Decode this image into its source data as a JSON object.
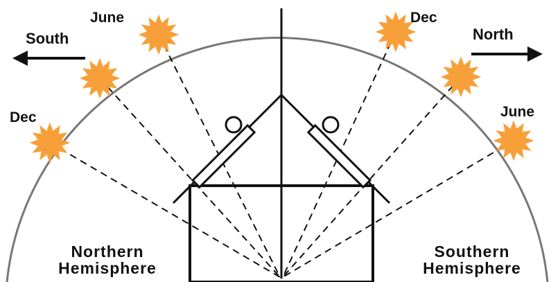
{
  "labels": {
    "south": "South",
    "north": "North",
    "left_june": "June",
    "left_dec": "Dec",
    "right_dec": "Dec",
    "right_june": "June",
    "northern_line1": "Northern",
    "northern_line2": "Hemisphere",
    "southern_line1": "Southern",
    "southern_line2": "Hemisphere"
  },
  "colors": {
    "sun": "#f7a03a",
    "line": "#111111",
    "arc": "#777777",
    "background": "#ffffff"
  },
  "icons": {
    "sun": "sun-icon",
    "collector": "solar-collector-icon",
    "arrow_left": "arrow-left-icon",
    "arrow_right": "arrow-right-icon"
  }
}
